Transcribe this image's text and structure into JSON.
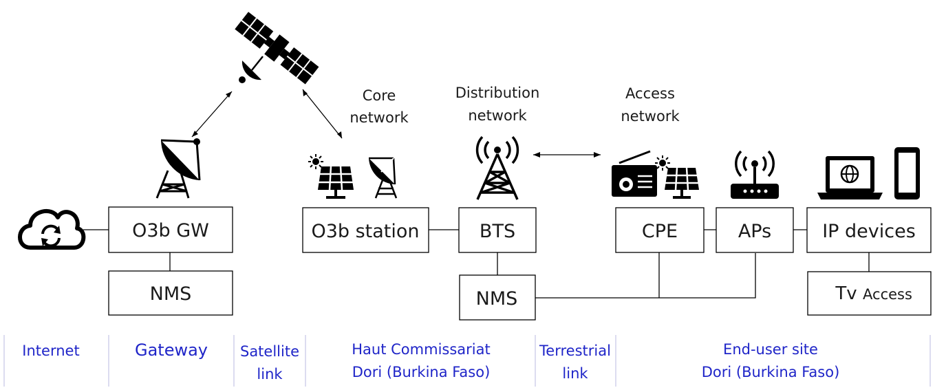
{
  "boxes": {
    "o3b_gw": "O3b GW",
    "nms_gateway": "NMS",
    "o3b_station": "O3b station",
    "bts": "BTS",
    "nms_site": "NMS",
    "cpe": "CPE",
    "aps": "APs",
    "ip_devices": "IP devices",
    "tv_access_tv": "Tv",
    "tv_access_access": "Access"
  },
  "network_labels": {
    "core": [
      "Core",
      "network"
    ],
    "distribution": [
      "Distribution",
      "network"
    ],
    "access": [
      "Access",
      "network"
    ]
  },
  "segments": {
    "internet": "Internet",
    "gateway": "Gateway",
    "satellite": [
      "Satellite",
      "link"
    ],
    "haut": [
      "Haut Commissariat",
      "Dori (Burkina Faso)"
    ],
    "terrestrial": [
      "Terrestrial",
      "link"
    ],
    "enduser": [
      "End-user site",
      "Dori (Burkina Faso)"
    ]
  },
  "colors": {
    "segment_label": "#1f25c8",
    "separator": "#b8b8e0",
    "ink": "#000000"
  },
  "icons": [
    "satellite-icon",
    "dish-antenna-icon",
    "cloud-sync-icon",
    "solar-panel-icon",
    "sun-icon",
    "cell-tower-icon",
    "radio-icon",
    "wifi-router-icon",
    "laptop-globe-icon",
    "smartphone-icon"
  ]
}
